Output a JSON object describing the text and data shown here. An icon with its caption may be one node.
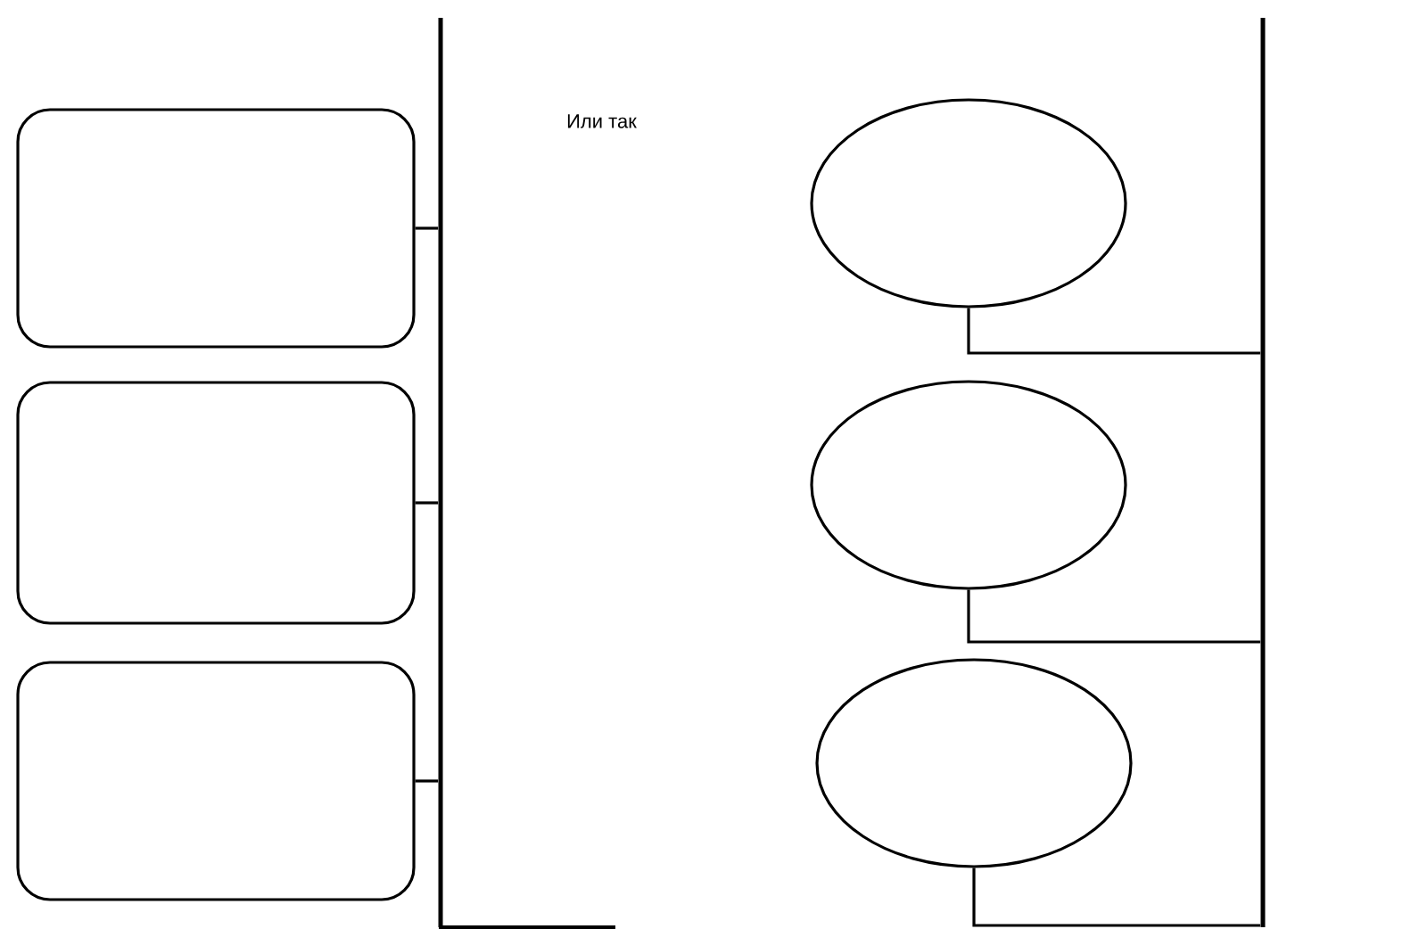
{
  "diagram": {
    "nodes": [
      {
        "text": [],
        "shape": "box"
      },
      {
        "text": [],
        "shape": "box"
      },
      {
        "text": [],
        "shape": "box"
      },
      {
        "text": [],
        "shape": "bar"
      },
      {
        "text": [],
        "shape": "circle"
      },
      {
        "text": [],
        "shape": "circle"
      },
      {
        "text": [],
        "shape": "circle"
      },
      {
        "text": [],
        "shape": "bar"
      }
    ],
    "edges": [
      {
        "from": 0,
        "to": 3,
        "arrow": "none"
      },
      {
        "from": 1,
        "to": 3,
        "arrow": "none"
      },
      {
        "from": 2,
        "to": 3,
        "arrow": "none"
      },
      {
        "from": 4,
        "to": 7,
        "arrow": "none"
      },
      {
        "from": 5,
        "to": 7,
        "arrow": "none"
      },
      {
        "from": 6,
        "to": 7,
        "arrow": "none"
      }
    ],
    "labels": [
      "Или так"
    ]
  }
}
